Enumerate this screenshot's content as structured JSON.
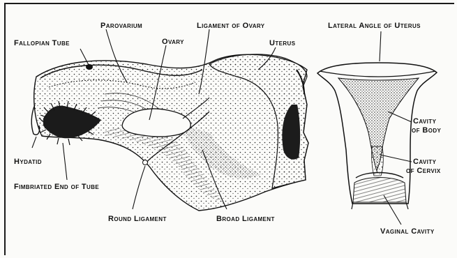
{
  "labels": {
    "fallopian_tube": "Fallopian Tube",
    "parovarium": "Parovarium",
    "ligament_of_ovary": "Ligament of Ovary",
    "ovary": "Ovary",
    "uterus": "Uterus",
    "lateral_angle": "Lateral Angle of Uterus",
    "cavity_of_body_1": "Cavity",
    "cavity_of_body_2": "of Body",
    "cavity_of_cervix_1": "Cavity",
    "cavity_of_cervix_2": "of Cervix",
    "hydatid": "Hydatid",
    "fimbriated_end": "Fimbriated End of Tube",
    "round_ligament": "Round Ligament",
    "broad_ligament": "Broad Ligament",
    "vaginal_cavity": "Vaginal Cavity"
  }
}
